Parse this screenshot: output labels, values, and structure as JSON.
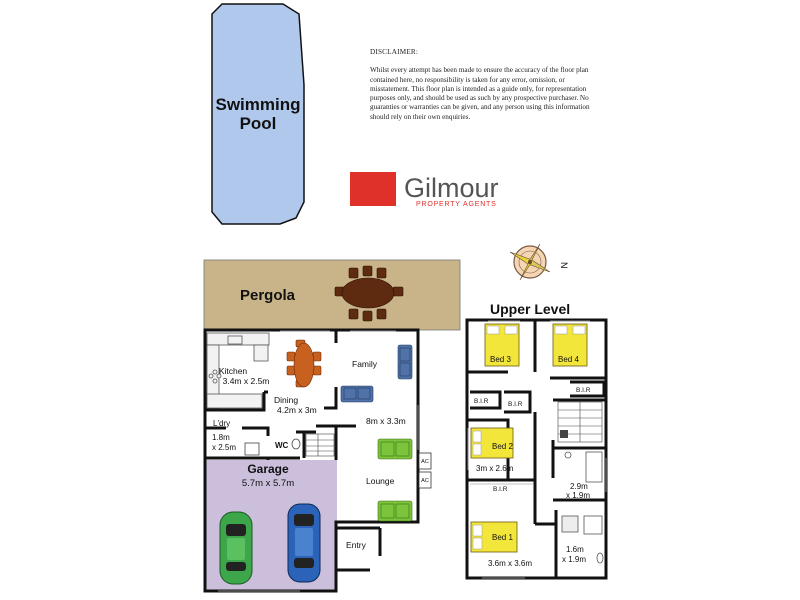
{
  "disclaimer": {
    "heading": "DISCLAIMER:",
    "body": "Whilst every attempt has been made to ensure the accuracy of the floor plan contained here, no responsibility is taken for any error, omission, or misstatement. This floor plan is intended as a guide only, for representation purposes only, and should be used as such by any prospective purchaser. No guaranties or warranties can be given, and any person using this information should rely on their own enquiries."
  },
  "brand": {
    "name": "Gilmour",
    "tagline": "PROPERTY AGENTS",
    "red": "#e0302a",
    "grey": "#555555"
  },
  "compass": {
    "north_letter": "N"
  },
  "colors": {
    "pool": "#b0c8ec",
    "pergola": "#c8b488",
    "garage": "#cbbfdc",
    "bed": "#f2e63a",
    "sofa_green": "#7cc43c",
    "sofa_blue": "#4f72a8",
    "table": "#c8611f",
    "outdoor_table": "#5e2a10",
    "wall": "#111111"
  },
  "rooms": {
    "pool": {
      "line1": "Swimming",
      "line2": "Pool"
    },
    "pergola": "Pergola",
    "kitchen": {
      "name": "Kitchen",
      "size": "3.4m x 2.5m"
    },
    "dining": {
      "name": "Dining",
      "size": "4.2m x 3m"
    },
    "family": {
      "name": "Family",
      "size": "8m x 3.3m"
    },
    "lounge": "Lounge",
    "laundry": {
      "name": "L'dry",
      "size1": "1.8m",
      "size2": "x 2.5m"
    },
    "wc": "WC",
    "garage": {
      "name": "Garage",
      "size": "5.7m x 5.7m"
    },
    "entry": "Entry",
    "ac1": "AC",
    "ac2": "AC"
  },
  "upper": {
    "title": "Upper Level",
    "bed3": "Bed 3",
    "bed4": "Bed 4",
    "bir1": "B.I.R",
    "bir2": "B.I.R",
    "bir3": "B.I.R",
    "bir4": "B.I.R",
    "bed2": {
      "name": "Bed 2",
      "size": "3m x 2.6m"
    },
    "bath": {
      "size1": "2.9m",
      "size2": "x 1.9m"
    },
    "bed1": {
      "name": "Bed 1",
      "size": "3.6m x 3.6m"
    },
    "ensuite": {
      "size1": "1.6m",
      "size2": "x 1.9m"
    }
  }
}
